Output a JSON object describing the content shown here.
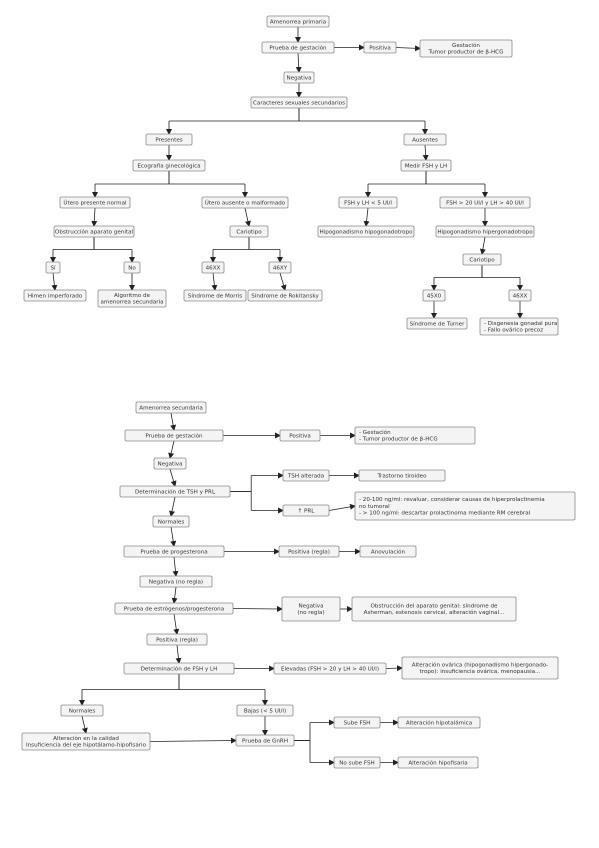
{
  "flowcharts": [
    {
      "id": "primaria",
      "nodes": [
        {
          "id": "p_am",
          "lines": [
            "Amenorrea primaria"
          ]
        },
        {
          "id": "p_pg",
          "lines": [
            "Prueba de gestación"
          ]
        },
        {
          "id": "p_pos",
          "lines": [
            "Positiva"
          ]
        },
        {
          "id": "p_gest",
          "lines": [
            "Gestación",
            "Tumor productor de β-HCG"
          ]
        },
        {
          "id": "p_neg",
          "lines": [
            "Negativa"
          ]
        },
        {
          "id": "p_cs",
          "lines": [
            "Caracteres sexuales secundarios"
          ]
        },
        {
          "id": "p_pres",
          "lines": [
            "Presentes"
          ]
        },
        {
          "id": "p_aus",
          "lines": [
            "Ausentes"
          ]
        },
        {
          "id": "p_eg",
          "lines": [
            "Ecografía ginecológica"
          ]
        },
        {
          "id": "p_mfsh",
          "lines": [
            "Medir FSH y LH"
          ]
        },
        {
          "id": "p_utn",
          "lines": [
            "Útero presente normal"
          ]
        },
        {
          "id": "p_utm",
          "lines": [
            "Útero ausente o malformado"
          ]
        },
        {
          "id": "p_fshlow",
          "lines": [
            "FSH y LH < 5 UI/l"
          ]
        },
        {
          "id": "p_fshhigh",
          "lines": [
            "FSH > 20 UI/l y LH > 40 UI/l"
          ]
        },
        {
          "id": "p_obs",
          "lines": [
            "Obstrucción aparato genital"
          ]
        },
        {
          "id": "p_cario",
          "lines": [
            "Cariotipo"
          ]
        },
        {
          "id": "p_hipo",
          "lines": [
            "Hipogonadismo hipogonadotropo"
          ]
        },
        {
          "id": "p_hiper",
          "lines": [
            "Hipogonadismo hipergonadotropo"
          ]
        },
        {
          "id": "p_si",
          "lines": [
            "Sí"
          ]
        },
        {
          "id": "p_no",
          "lines": [
            "No"
          ]
        },
        {
          "id": "p_46xx",
          "lines": [
            "46XX"
          ]
        },
        {
          "id": "p_46xy",
          "lines": [
            "46XY"
          ]
        },
        {
          "id": "p_cario2",
          "lines": [
            "Cariotipo"
          ]
        },
        {
          "id": "p_himen",
          "lines": [
            "Himen imperforado"
          ]
        },
        {
          "id": "p_algo",
          "lines": [
            "Algoritmo de",
            "amenorrea secundaria"
          ]
        },
        {
          "id": "p_morris",
          "lines": [
            "Síndrome de Morris"
          ]
        },
        {
          "id": "p_rok",
          "lines": [
            "Síndrome de Rokitansky"
          ]
        },
        {
          "id": "p_45x0",
          "lines": [
            "45X0"
          ]
        },
        {
          "id": "p_46xx2",
          "lines": [
            "46XX"
          ]
        },
        {
          "id": "p_turner",
          "lines": [
            "Síndrome de Turner"
          ]
        },
        {
          "id": "p_disg",
          "lines": [
            "- Disgenesia gonadal pura",
            "- Fallo ovárico precoz"
          ]
        }
      ],
      "edges": [
        [
          "p_am",
          "p_pg"
        ],
        [
          "p_pg",
          "p_pos"
        ],
        [
          "p_pos",
          "p_gest"
        ],
        [
          "p_pg",
          "p_neg"
        ],
        [
          "p_neg",
          "p_cs"
        ],
        [
          "p_cs",
          "p_pres"
        ],
        [
          "p_cs",
          "p_aus"
        ],
        [
          "p_pres",
          "p_eg"
        ],
        [
          "p_aus",
          "p_mfsh"
        ],
        [
          "p_eg",
          "p_utn"
        ],
        [
          "p_eg",
          "p_utm"
        ],
        [
          "p_mfsh",
          "p_fshlow"
        ],
        [
          "p_mfsh",
          "p_fshhigh"
        ],
        [
          "p_utn",
          "p_obs"
        ],
        [
          "p_utm",
          "p_cario"
        ],
        [
          "p_fshlow",
          "p_hipo"
        ],
        [
          "p_fshhigh",
          "p_hiper"
        ],
        [
          "p_obs",
          "p_si"
        ],
        [
          "p_obs",
          "p_no"
        ],
        [
          "p_cario",
          "p_46xx"
        ],
        [
          "p_cario",
          "p_46xy"
        ],
        [
          "p_hiper",
          "p_cario2"
        ],
        [
          "p_si",
          "p_himen"
        ],
        [
          "p_no",
          "p_algo"
        ],
        [
          "p_46xx",
          "p_morris"
        ],
        [
          "p_46xy",
          "p_rok"
        ],
        [
          "p_cario2",
          "p_45x0"
        ],
        [
          "p_cario2",
          "p_46xx2"
        ],
        [
          "p_45x0",
          "p_turner"
        ],
        [
          "p_46xx2",
          "p_disg"
        ]
      ]
    },
    {
      "id": "secundaria",
      "nodes": [
        {
          "id": "s_am",
          "lines": [
            "Amenorrea secundaria"
          ]
        },
        {
          "id": "s_pg",
          "lines": [
            "Prueba de gestación"
          ]
        },
        {
          "id": "s_pos",
          "lines": [
            "Positiva"
          ]
        },
        {
          "id": "s_gest",
          "lines": [
            "- Gestación",
            "- Tumor productor de β-HCG"
          ]
        },
        {
          "id": "s_neg",
          "lines": [
            "Negativa"
          ]
        },
        {
          "id": "s_tsh",
          "lines": [
            "Determinación de TSH y PRL"
          ]
        },
        {
          "id": "s_tshalt",
          "lines": [
            "TSH alterada"
          ]
        },
        {
          "id": "s_tiro",
          "lines": [
            "Trastorno tiroideo"
          ]
        },
        {
          "id": "s_prl",
          "lines": [
            "↑ PRL"
          ]
        },
        {
          "id": "s_prlnote",
          "lines": [
            "- 20-100 ng/ml: revaluar, considerar causas de hiperprolactinemia",
            "no tumoral",
            "- > 100 ng/ml: descartar prolactinoma mediante RM cerebral"
          ]
        },
        {
          "id": "s_norm",
          "lines": [
            "Normales"
          ]
        },
        {
          "id": "s_prog",
          "lines": [
            "Prueba de progesterona"
          ]
        },
        {
          "id": "s_posregla",
          "lines": [
            "Positiva (regla)"
          ]
        },
        {
          "id": "s_anov",
          "lines": [
            "Anovulación"
          ]
        },
        {
          "id": "s_negnoregla",
          "lines": [
            "Negativa (no regla)"
          ]
        },
        {
          "id": "s_estro",
          "lines": [
            "Prueba de estrógenos/progesterona"
          ]
        },
        {
          "id": "s_neg2",
          "lines": [
            "Negativa",
            "(no regla)"
          ]
        },
        {
          "id": "s_obs",
          "lines": [
            "Obstrucción del aparato genital: síndrome de",
            "Asherman, estenosis cervical, alteración vaginal..."
          ]
        },
        {
          "id": "s_posregla2",
          "lines": [
            "Positiva (regla)"
          ]
        },
        {
          "id": "s_fsh",
          "lines": [
            "Determinación de FSH y LH"
          ]
        },
        {
          "id": "s_elev",
          "lines": [
            "Elevadas (FSH > 20 y LH > 40 UI/l)"
          ]
        },
        {
          "id": "s_ovar",
          "lines": [
            "Alteración ovárica (hipogonadismo hipergonado-",
            "tropo): insuficiencia ovárica, menopausia..."
          ]
        },
        {
          "id": "s_normales2",
          "lines": [
            "Normales"
          ]
        },
        {
          "id": "s_bajas",
          "lines": [
            "Bajas (< 5 UI/l)"
          ]
        },
        {
          "id": "s_altcal",
          "lines": [
            "Alteración en la calidad",
            "Insuficiencia del eje hipotálamo-hipofisario"
          ]
        },
        {
          "id": "s_gnrh",
          "lines": [
            "Prueba de GnRH"
          ]
        },
        {
          "id": "s_sube",
          "lines": [
            "Sube FSH"
          ]
        },
        {
          "id": "s_hipot",
          "lines": [
            "Alteración hipotalámica"
          ]
        },
        {
          "id": "s_nosube",
          "lines": [
            "No sube FSH"
          ]
        },
        {
          "id": "s_hipof",
          "lines": [
            "Alteración hipofisaria"
          ]
        }
      ],
      "edges": [
        [
          "s_am",
          "s_pg"
        ],
        [
          "s_pg",
          "s_pos"
        ],
        [
          "s_pos",
          "s_gest"
        ],
        [
          "s_pg",
          "s_neg"
        ],
        [
          "s_neg",
          "s_tsh"
        ],
        [
          "s_tsh",
          "s_tshalt"
        ],
        [
          "s_tshalt",
          "s_tiro"
        ],
        [
          "s_tsh",
          "s_prl"
        ],
        [
          "s_prl",
          "s_prlnote"
        ],
        [
          "s_tsh",
          "s_norm"
        ],
        [
          "s_norm",
          "s_prog"
        ],
        [
          "s_prog",
          "s_posregla"
        ],
        [
          "s_posregla",
          "s_anov"
        ],
        [
          "s_prog",
          "s_negnoregla"
        ],
        [
          "s_negnoregla",
          "s_estro"
        ],
        [
          "s_estro",
          "s_neg2"
        ],
        [
          "s_neg2",
          "s_obs"
        ],
        [
          "s_estro",
          "s_posregla2"
        ],
        [
          "s_posregla2",
          "s_fsh"
        ],
        [
          "s_fsh",
          "s_elev"
        ],
        [
          "s_elev",
          "s_ovar"
        ],
        [
          "s_fsh",
          "s_normales2"
        ],
        [
          "s_fsh",
          "s_bajas"
        ],
        [
          "s_normales2",
          "s_altcal"
        ],
        [
          "s_altcal",
          "s_gnrh"
        ],
        [
          "s_bajas",
          "s_gnrh"
        ],
        [
          "s_gnrh",
          "s_sube"
        ],
        [
          "s_sube",
          "s_hipot"
        ],
        [
          "s_gnrh",
          "s_nosube"
        ],
        [
          "s_nosube",
          "s_hipof"
        ]
      ]
    }
  ]
}
